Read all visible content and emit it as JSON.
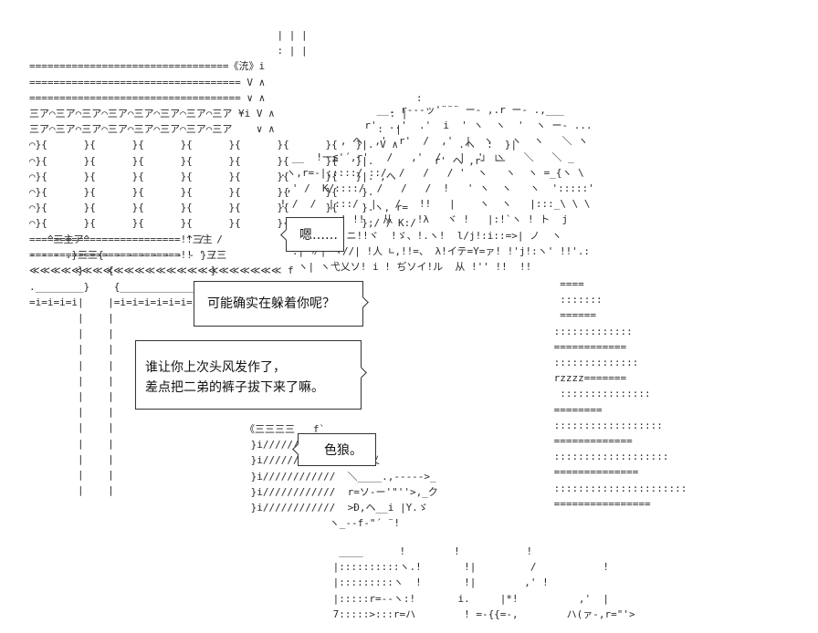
{
  "art": {
    "top": "                                         | | |\n                                         : | |\n=================================《㳘》i\n=================================== V ∧\n=================================== ∨ ∧                         :\n三ア⌒三ア⌒三ア⌒三ア⌒三ア⌒三ア⌒三ア⌒三ア ¥i V ∧                   : |\n三ア⌒三ア⌒三ア⌒三ア⌒三ア⌒三ア⌒三ア⌒三ア    ∨ ∧                 :  |\n⌒}{      }{      }{      }{      }{      }{      }{   }|. V ∧          .ヘ  :  }|\n⌒}{      }{      }{      }{      }{      }{      }{   }|.          r' ヘ ,r┘ └─\n⌒}{      }{      }{      }{      }{      }{      }{   }|. ,ヘ\n⌒}{      }{      }{      }{      }{      }{      }{    }.\n⌒}{      }{      }{      }{      }{      }{      }{    }.ヽ, r=\n⌒}{      }{      }{      }{      }{      }{      }{    };/ / K:/\n=========================!! /  /\n=========================!! ' /\n≪≪≪≪≪≪≪≪≪≪≪≪≪≪≪≪≪≪≪≪≪≪≪≪ f",
    "left": "   ^三主ア^                ^三主\n- - - .}三三{- - - - - - - - }三三\n        }    {                }\n.________}    {________________f\n=i=i=i=i|    |=i=i=i=i=i=i=i=i|\n        |    |\n        |    |\n        |    |\n        |    |\n        |    |\n        |    |\n        |    |\n        |    |\n        |    |\n        |    |\n        |    |\n        |    |",
    "figure": "                 __. r---ッ'¨¨¨ ー- ,.r ー- .,___\n               r'  ..'  .'  i  ' ヽ  ヽ  '  ヽ ー- ...\n           , ヘ  ,'  r'  /  ,'  |  ヽ   ヽ  ヽ   ＼ ヽ\n   __  !一≦'´,r'   /   ,'  /   |  '  ヽ   ＼   ＼ _\n .ヽ,r=-|:::::/ ::/  /   /   / '  ヽ   ヽ  ヽ =_{ヽ \\\n  ,' /  K/::::/  /   /   /  !   ' ヽ  ヽ   ヽ  ':::::'\n ! /  /  |:::/  |   /   !!   |    ヽ  ヽ   |:::_\\ \\ \\\n           ! !!   从    !λ   ヾ !   |:!`ヽ ! ト  j\n       Y!  ,ニ!!ヾ  !ゞ、!.ヽ!  l/j!:i::=>| ノ  ヽ\n   .| ∥| ヽ//| !人 ∟,!!=、 λ!イテ=Y=ァ! !'j!:ヽ' !!'.:\n    ヽ| ヽ弋乂ソ! i ! ぢソイ!ル  从 !'' !!  !!",
    "stairs": "  ====\n  :::::::\n  ======\n :::::::::::::\n ============\n ::::::::::::::\n rzzzz=======\n  :::::::::::::::\n ========\n ::::::::::::::::::\n =============\n :::::::::::::::::::\n ==============\n ::::::::::::::::::::::\n ================",
    "bottom": "《三三三三   f`\n }i//////  |\n }i//////  ヽ________乂\n }i////////////  ＼____.,----->_\n }i////////////  r=ソ-ー'\"''>,_ク\n }i////////////  >Ð,ヘ__i |Y.ゞ\n              ヽ_--f-\"´ ¨!",
    "feet": "  ____      !        !           !\n |::::::::::ヽ.!       !|         /           !\n |:::::::::ヽ  !       !|        ,' !\n |:::::r=--ヽ:!       i.     |*!          ,'  |\n 7:::::>:::r=ハ        ! =-{{=-,        ハ(ァ-,r=\"'>"
  },
  "dialogue": {
    "line1": "嗯……",
    "line2": "可能确实在躲着你呢？",
    "line3a": "谁让你上次头风发作了，",
    "line3b": "差点把二弟的裤子拔下来了嘛。",
    "line4": "色狼。"
  },
  "colors": {
    "ink": "#1a1a1a",
    "background": "#ffffff"
  }
}
